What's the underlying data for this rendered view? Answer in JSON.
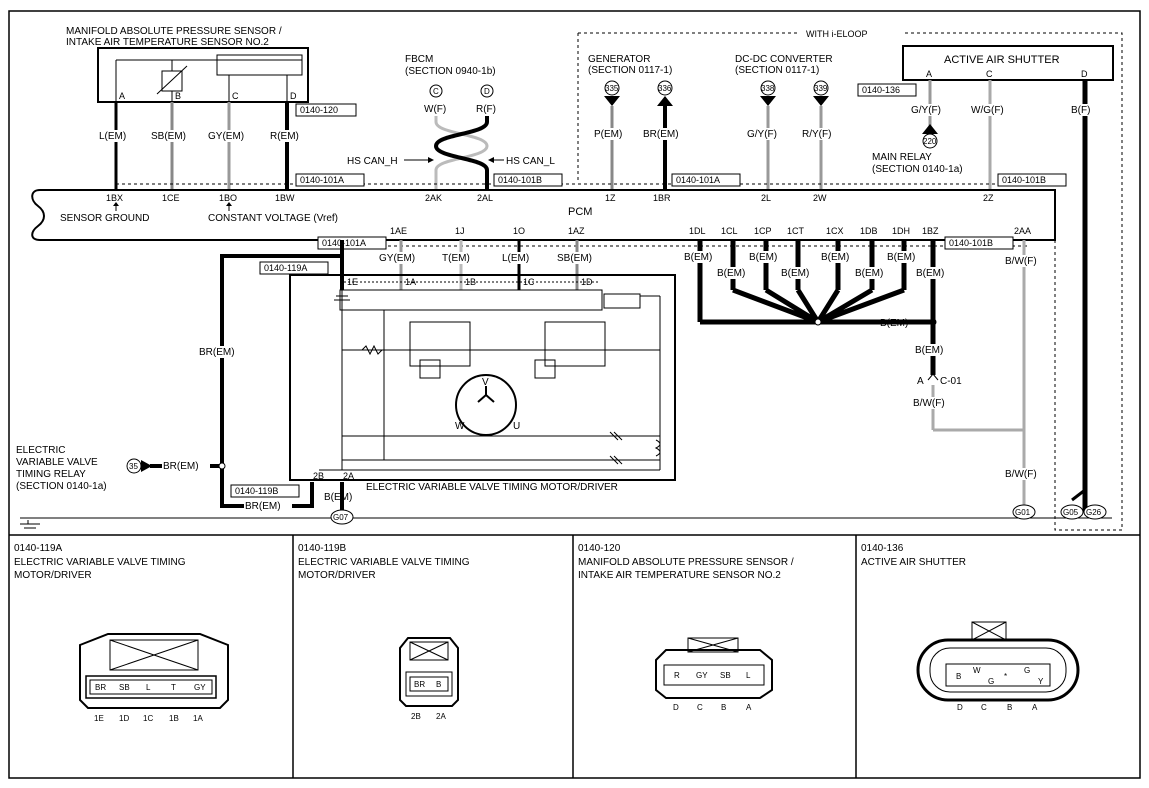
{
  "sensor": {
    "title1": "MANIFOLD ABSOLUTE PRESSURE SENSOR /",
    "title2": "INTAKE AIR TEMPERATURE SENSOR NO.2",
    "pins": [
      "A",
      "B",
      "C",
      "D"
    ],
    "wires": [
      "L(EM)",
      "SB(EM)",
      "GY(EM)",
      "R(EM)"
    ],
    "connector": "0140-120"
  },
  "fbcm": {
    "title1": "FBCM",
    "title2": "(SECTION 0940-1b)",
    "pins": [
      "C",
      "D"
    ],
    "wires": [
      "W(F)",
      "R(F)"
    ],
    "can_h": "HS CAN_H",
    "can_l": "HS CAN_L"
  },
  "ieloop": {
    "label": "WITH i-ELOOP"
  },
  "generator": {
    "title1": "GENERATOR",
    "title2": "(SECTION 0117-1)",
    "refs": [
      "335",
      "336"
    ],
    "wires": [
      "P(EM)",
      "BR(EM)"
    ]
  },
  "dcdc": {
    "title1": "DC-DC CONVERTER",
    "title2": "(SECTION 0117-1)",
    "refs": [
      "338",
      "339"
    ],
    "wires": [
      "G/Y(F)",
      "R/Y(F)"
    ]
  },
  "shutter": {
    "title": "ACTIVE AIR SHUTTER",
    "pins": [
      "A",
      "C",
      "D"
    ],
    "connector": "0140-136",
    "wires": [
      "G/Y(F)",
      "W/G(F)",
      "B(F)"
    ],
    "relay_ref": "220",
    "relay1": "MAIN RELAY",
    "relay2": "(SECTION 0140-1a)"
  },
  "pcm": {
    "label": "PCM",
    "top_connector_a": "0140-101A",
    "top_connector_b": "0140-101B",
    "top_pins": [
      "1BX",
      "1CE",
      "1BO",
      "1BW",
      "2AK",
      "2AL",
      "1Z",
      "1BR",
      "2L",
      "2W",
      "2Z"
    ],
    "sensor_ground": "SENSOR GROUND",
    "vref": "CONSTANT VOLTAGE (Vref)",
    "bottom_pins": [
      "1AE",
      "1J",
      "1O",
      "1AZ",
      "1DL",
      "1CL",
      "1CP",
      "1CT",
      "1CX",
      "1DB",
      "1DH",
      "1BZ",
      "2AA"
    ],
    "bottom_wires": [
      "GY(EM)",
      "T(EM)",
      "L(EM)",
      "SB(EM)"
    ],
    "ground_wire": "B(EM)",
    "b_wf": "B/W(F)"
  },
  "motor": {
    "connector_a": "0140-119A",
    "connector_b": "0140-119B",
    "pins_a": [
      "1E",
      "1A",
      "1B",
      "1C",
      "1D"
    ],
    "pins_b": [
      "2B",
      "2A"
    ],
    "label": "ELECTRIC VARIABLE VALVE TIMING MOTOR/DRIVER",
    "phases": [
      "V",
      "W",
      "U"
    ],
    "br_em": "BR(EM)"
  },
  "relay": {
    "ref": "35",
    "lines": [
      "ELECTRIC",
      "VARIABLE VALVE",
      "TIMING RELAY",
      "(SECTION 0140-1a)"
    ]
  },
  "joint": {
    "label": "C-01",
    "a": "A"
  },
  "grounds": [
    "G07",
    "G01",
    "G05",
    "G26"
  ],
  "views": [
    {
      "code": "0140-119A",
      "line1": "ELECTRIC VARIABLE VALVE TIMING",
      "line2": "MOTOR/DRIVER",
      "cells": [
        "BR",
        "SB",
        "L",
        "T",
        "GY"
      ],
      "pins": [
        "1E",
        "1D",
        "1C",
        "1B",
        "1A"
      ]
    },
    {
      "code": "0140-119B",
      "line1": "ELECTRIC VARIABLE VALVE TIMING",
      "line2": "MOTOR/DRIVER",
      "cells": [
        "BR",
        "B"
      ],
      "pins": [
        "2B",
        "2A"
      ]
    },
    {
      "code": "0140-120",
      "line1": "MANIFOLD ABSOLUTE PRESSURE SENSOR /",
      "line2": "INTAKE AIR TEMPERATURE SENSOR NO.2",
      "cells": [
        "R",
        "GY",
        "SB",
        "L"
      ],
      "pins": [
        "D",
        "C",
        "B",
        "A"
      ]
    },
    {
      "code": "0140-136",
      "line1": "ACTIVE AIR SHUTTER",
      "line2": "",
      "cells": [
        "B",
        "W",
        "G",
        "*",
        "G",
        "Y"
      ],
      "pins": [
        "D",
        "C",
        "B",
        "A"
      ]
    }
  ]
}
